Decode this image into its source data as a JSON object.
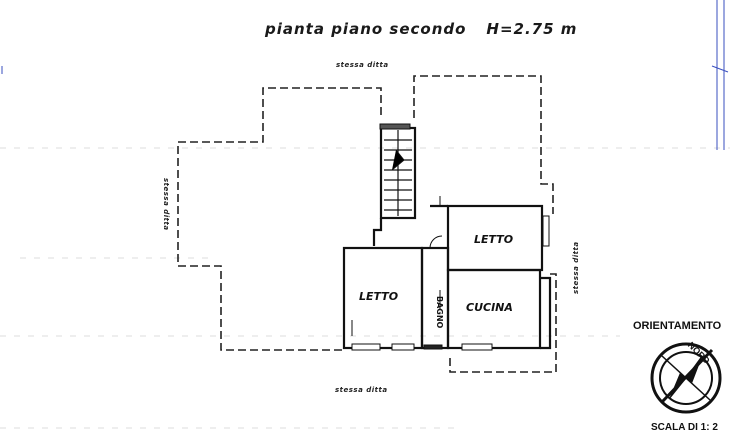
{
  "title": {
    "plan": "pianta piano secondo",
    "height": "H=2.75 m"
  },
  "neighbors": {
    "top": "stessa ditta",
    "left": "stessa ditta",
    "right": "stessa ditta",
    "bottom": "stessa ditta"
  },
  "rooms": {
    "letto_left": "LETTO",
    "letto_right": "LETTO",
    "cucina": "CUCINA",
    "bagno": "BAGNO"
  },
  "orientation": {
    "label": "ORIENTAMENTO",
    "north": "NORD"
  },
  "scale": {
    "label": "SCALA DI 1:",
    "value": "2"
  }
}
